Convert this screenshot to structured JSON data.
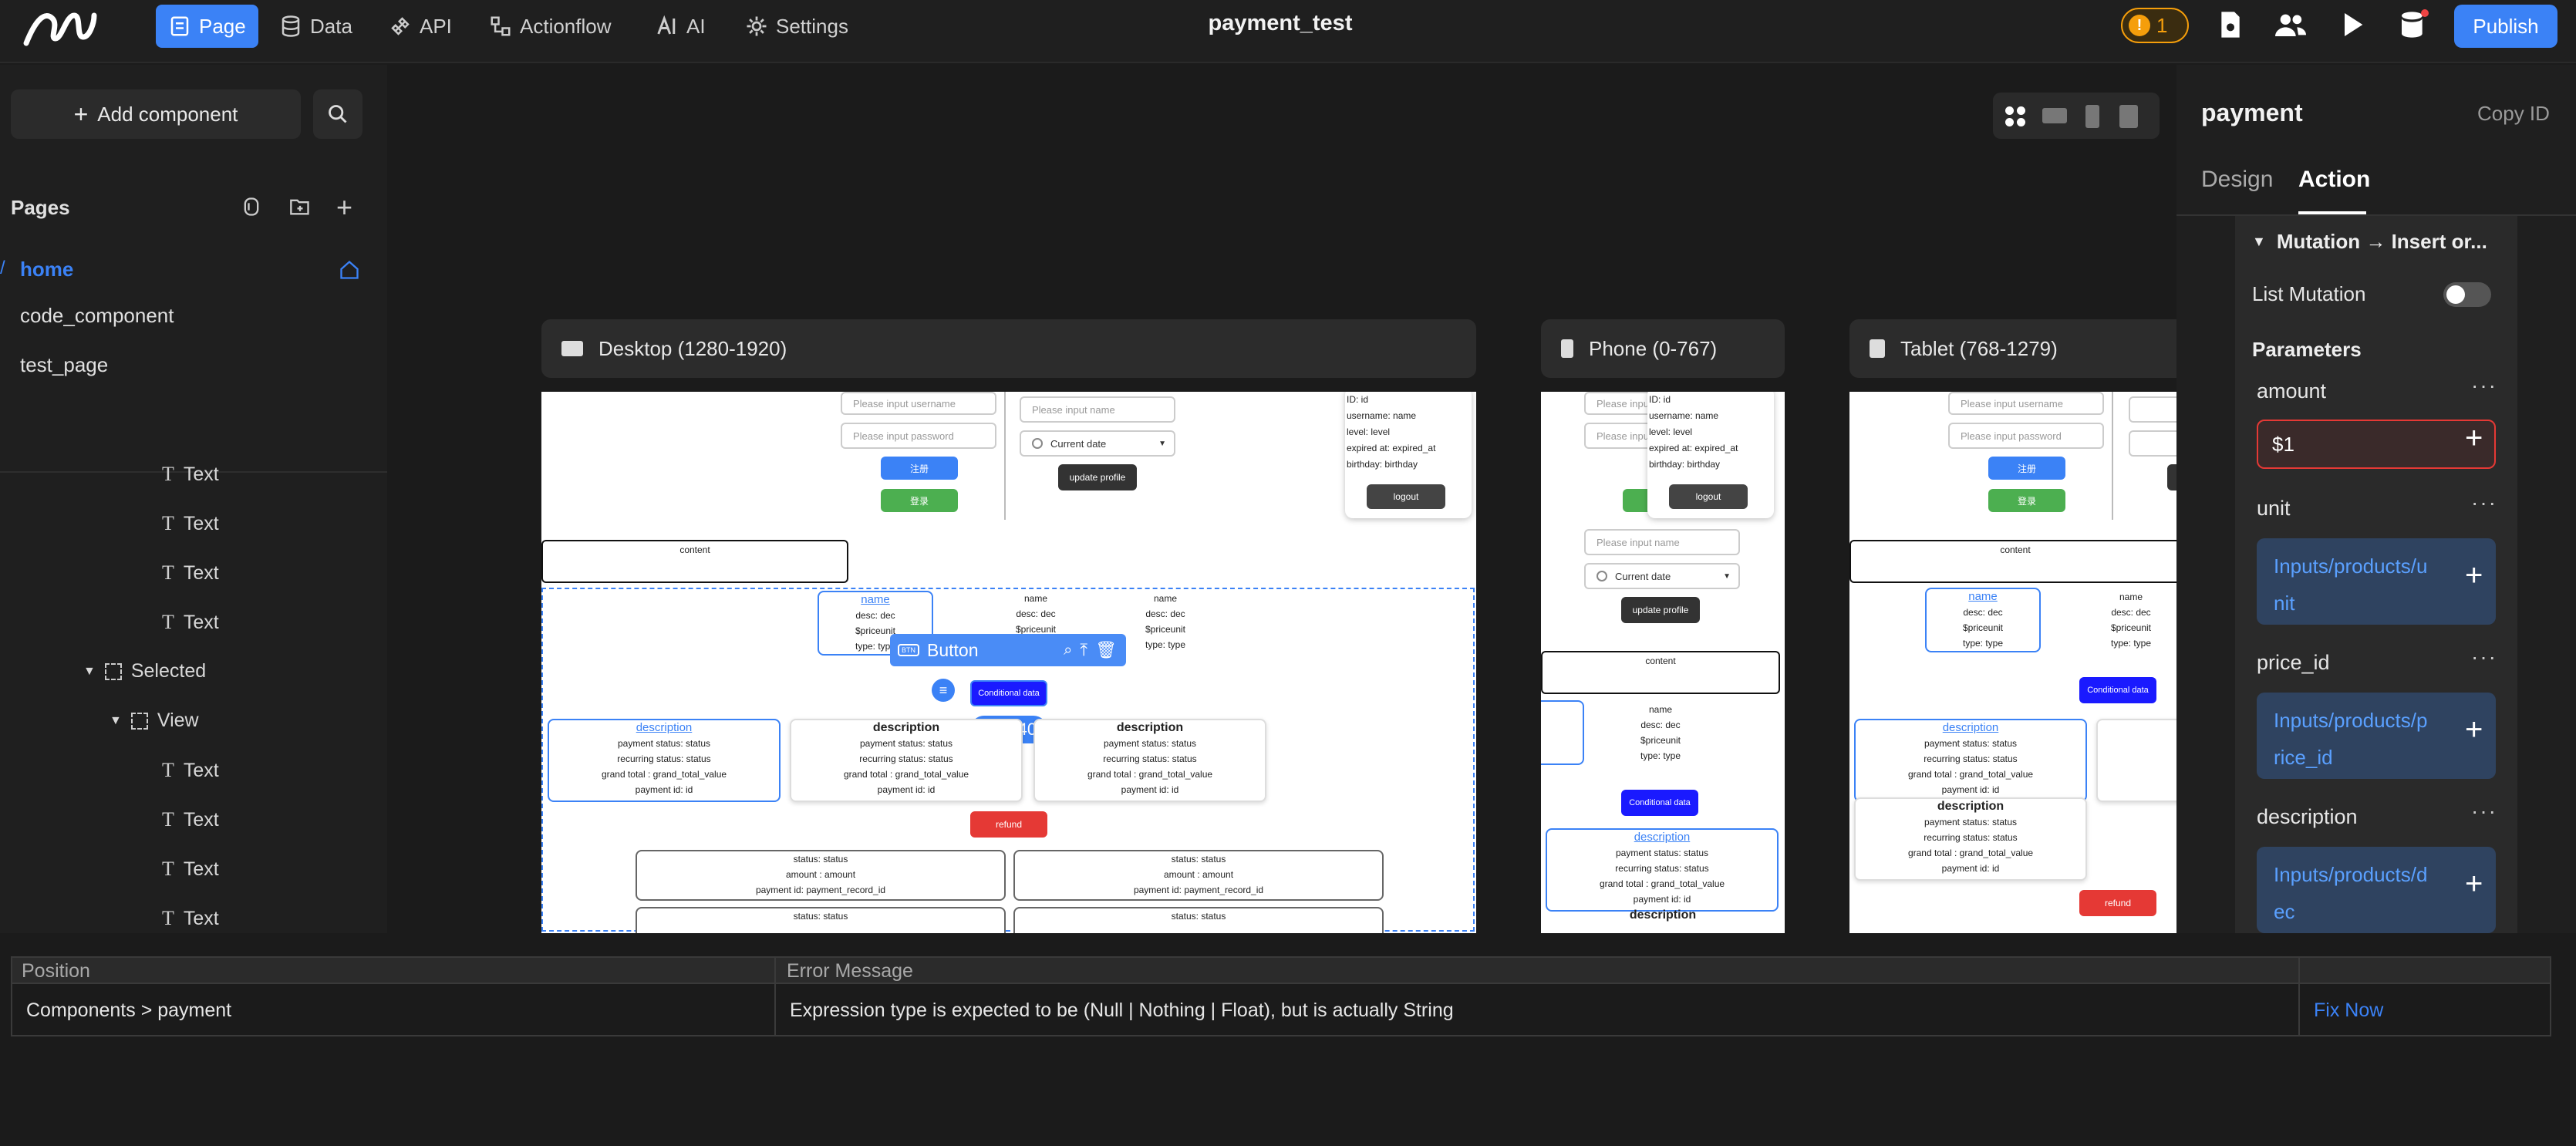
{
  "app": {
    "title": "payment_test"
  },
  "nav": [
    {
      "label": "Page",
      "icon": "page-icon",
      "active": true
    },
    {
      "label": "Data",
      "icon": "database-icon"
    },
    {
      "label": "API",
      "icon": "api-icon"
    },
    {
      "label": "Actionflow",
      "icon": "actionflow-icon"
    },
    {
      "label": "AI",
      "icon": "ai-icon"
    },
    {
      "label": "Settings",
      "icon": "gear-icon"
    }
  ],
  "toolbar": {
    "warning_count": "1",
    "publish_label": "Publish"
  },
  "sidebar": {
    "add_component_label": "Add component",
    "pages_title": "Pages",
    "pages": [
      {
        "label": "home",
        "active": true
      },
      {
        "label": "code_component"
      },
      {
        "label": "test_page"
      }
    ],
    "tree": [
      {
        "label": "Text",
        "type": "text"
      },
      {
        "label": "Text",
        "type": "text"
      },
      {
        "label": "Text",
        "type": "text"
      },
      {
        "label": "Text",
        "type": "text"
      },
      {
        "label": "Selected",
        "type": "container"
      },
      {
        "label": "View",
        "type": "container"
      },
      {
        "label": "Text",
        "type": "text"
      },
      {
        "label": "Text",
        "type": "text"
      },
      {
        "label": "Text",
        "type": "text"
      },
      {
        "label": "Text",
        "type": "text"
      }
    ]
  },
  "canvas": {
    "frames": [
      {
        "label": "Desktop (1280-1920)",
        "icon": "desktop-icon"
      },
      {
        "label": "Phone (0-767)",
        "icon": "phone-icon"
      },
      {
        "label": "Tablet (768-1279)",
        "icon": "tablet-icon"
      }
    ],
    "ph_username": "Please input username",
    "ph_password": "Please input password",
    "ph_name": "Please input name",
    "current_date": "Current date",
    "btn_register": "注册",
    "btn_login": "登录",
    "update_profile": "update profile",
    "logout": "logout",
    "profile": {
      "id": "ID:    id",
      "username": "username:    name",
      "level": "level:    level",
      "expired": "expired at:    expired_at",
      "birthday": "birthday:    birthday"
    },
    "content": "content",
    "product": {
      "name": "name",
      "desc": "desc: dec",
      "price": "$priceunit",
      "type": "type: type"
    },
    "selection": {
      "tag": "Button",
      "size": "121x40"
    },
    "conditional_data": "Conditional data",
    "record": {
      "title": "description",
      "status": "payment status: status",
      "recurring": "recurring status: status",
      "total": "grand total : grand_total_value",
      "pid": "payment id: id"
    },
    "refund": "refund",
    "payment_row": {
      "status": "status: status",
      "amount": "amount : amount",
      "pid": "payment id: payment_record_id"
    }
  },
  "panel": {
    "title": "payment",
    "copy_id": "Copy ID",
    "tabs": [
      {
        "label": "Design"
      },
      {
        "label": "Action",
        "active": true
      }
    ],
    "section": "Mutation → Insert or...",
    "list_mutation": "List Mutation",
    "list_mutation_on": false,
    "parameters_title": "Parameters",
    "params": [
      {
        "name": "amount",
        "value": "$1",
        "error": true
      },
      {
        "name": "unit",
        "value": "Inputs/products/unit"
      },
      {
        "name": "price_id",
        "value": "Inputs/products/price_id"
      },
      {
        "name": "description",
        "value": "Inputs/products/dec"
      }
    ]
  },
  "errors": {
    "headers": [
      "Position",
      "Error Message"
    ],
    "rows": [
      {
        "position": "Components > payment",
        "message": "Expression type is expected to be (Null | Nothing | Float), but is actually String",
        "action": "Fix Now"
      }
    ]
  },
  "colors": {
    "accent": "#3b82f6",
    "warning": "#f59e0b",
    "success": "#4caf50",
    "danger": "#e53935",
    "conditional": "#1a1aff"
  }
}
